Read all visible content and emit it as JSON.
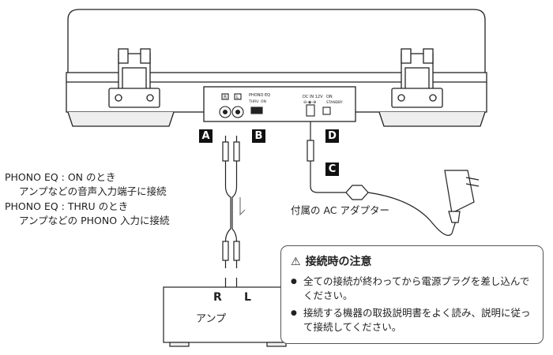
{
  "labels": {
    "tag_a": "A",
    "tag_b": "B",
    "tag_c": "C",
    "tag_d": "D",
    "phono_eq_on": "PHONO EQ : ON のとき",
    "phono_eq_on_desc": "アンプなどの音声入力端子に接続",
    "phono_eq_thru": "PHONO EQ : THRU のとき",
    "phono_eq_thru_desc": "アンプなどの PHONO 入力に接続",
    "ac_adapter": "付属の AC アダプター",
    "amp_name": "アンプ",
    "amp_r": "R",
    "amp_l": "L"
  },
  "panel": {
    "r_label": "R",
    "l_label": "L",
    "phono_eq_title": "PHONO EQ",
    "phono_eq_thru": "THRU",
    "phono_eq_on": "ON",
    "dc_in": "DC IN 12V",
    "power_on": "ON",
    "power_standby": "STANDBY"
  },
  "note": {
    "title": "接続時の注意",
    "items": [
      "全ての接続が終わってから電源プラグを差し込んでください。",
      "接続する機器の取扱説明書をよく読み、説明に従って接続してください。"
    ]
  },
  "colors": {
    "line": "#222222",
    "tag_bg": "#111111",
    "cable_gray": "#777777"
  }
}
